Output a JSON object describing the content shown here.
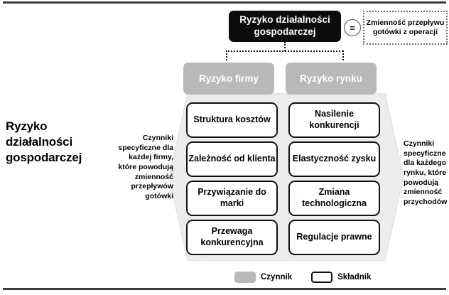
{
  "figure": {
    "main_title": "Ryzyko\ndziałalności\ngospodarczej",
    "root_box": "Ryzyko działalności gospodarczej",
    "equals_symbol": "=",
    "definition_box": "Zmienność przepływu gotówki z operacji"
  },
  "categories": {
    "firm": "Ryzyko firmy",
    "market": "Ryzyko rynku"
  },
  "components": {
    "firm": [
      "Struktura kosztów",
      "Zależność od klienta",
      "Przywiązanie do marki",
      "Przewaga konkurencyjna"
    ],
    "market": [
      "Nasilenie konkurencji",
      "Elastyczność zysku",
      "Zmiana technologiczna",
      "Regulacje prawne"
    ]
  },
  "notes": {
    "left": "Czynniki specyficzne dla każdej firmy, które powodują zmienność przepływów gotówki",
    "right": "Czynniki specyficzne dla każdego rynku, które powodują zmienność przychodów"
  },
  "legend": {
    "items": [
      {
        "label": "Czynnik",
        "style": "filled"
      },
      {
        "label": "Składnik",
        "style": "outline"
      }
    ]
  },
  "colors": {
    "root_fill": "#0c0c0c",
    "category_fill": "#b9b9b9",
    "component_border": "#111111",
    "hex_fill": "#ececec",
    "rule": "#3b3b3b"
  }
}
